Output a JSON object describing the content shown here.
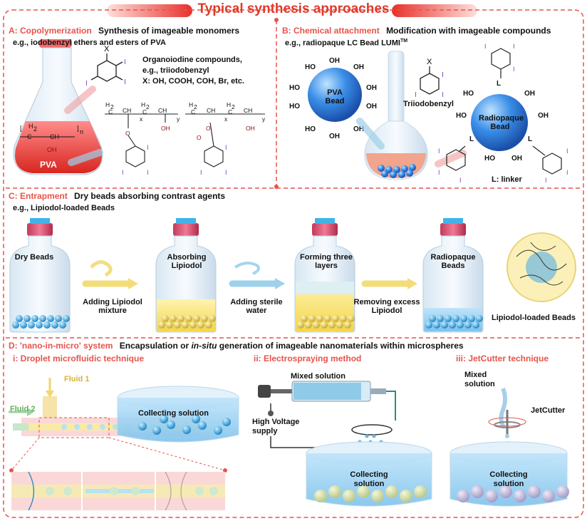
{
  "title": "Typical synthesis approaches",
  "A": {
    "tag": "A:",
    "name": "Copolymerization",
    "heading": "Synthesis of imageable monomers",
    "example": "e.g., iodobenzyl ethers and esters of PVA",
    "compound_line1": "Organoiodine compounds,",
    "compound_line2": "e.g., triiodobenzyl",
    "x_def": "X:  OH, COOH, COH, Br, etc.",
    "flask_label": "PVA"
  },
  "B": {
    "tag": "B:",
    "name": "Chemical attachment",
    "heading": "Modification with imageable compounds",
    "example": "e.g., radiopaque LC Bead LUMI",
    "example_sup": "TM",
    "pva_bead": "PVA Bead",
    "triiodo": "Triiodobenzyl",
    "radio_bead": "Radiopaque Bead",
    "linker": "L: linker"
  },
  "C": {
    "tag": "C:",
    "name": "Entrapment",
    "heading": "Dry beads absorbing contrast agents",
    "example": "e.g., Lipiodol-loaded Beads",
    "bottles": [
      "Dry Beads",
      "Absorbing Lipiodol",
      "Forming three layers",
      "Radiopaque Beads"
    ],
    "steps": [
      "Adding  Lipiodol mixture",
      "Adding  sterile water",
      "Removing excess Lipiodol"
    ],
    "loaded": "Lipiodol-loaded Beads"
  },
  "D": {
    "tag": "D:",
    "name": "'nano-in-micro' system",
    "heading_a": "Encapsulation or ",
    "heading_em": "in-situ",
    "heading_b": " generation of imageable nanomaterials within  microspheres",
    "i_title": "i: Droplet microfluidic technique",
    "fluid1": "Fluid 1",
    "fluid2": "Fluid 2",
    "collecting": "Collecting solution",
    "ii_title": "ii: Electrospraying method",
    "mixed": "Mixed solution",
    "hv": "High Voltage supply",
    "collecting2": "Collecting solution",
    "iii_title": "iii: JetCutter technique",
    "mixed3": "Mixed solution",
    "jetcutter": "JetCutter",
    "collecting3": "Collecting solution"
  }
}
